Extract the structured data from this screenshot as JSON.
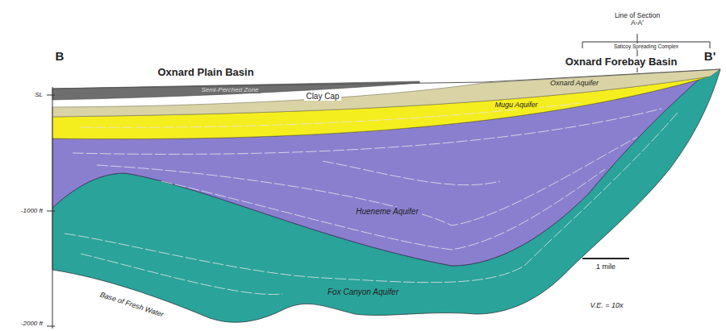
{
  "diagram": {
    "labels": [
      "B",
      "Oxnard Plain Basin",
      "Line of Section A-A'",
      "Saticoy Spreading Complex",
      "Oxnard Forebay Basin",
      "B'",
      "SL",
      "Semi-Perched Zone",
      "Clay Cap",
      "Oxnard Aquifer",
      "Mugu Aquifer",
      "-1000 ft",
      "Hueneme Aquifer",
      "1 mile",
      "Fox Canyon Aquifer",
      "V.E. = 10x",
      "Base of Fresh Water",
      "-2000 ft"
    ]
  }
}
